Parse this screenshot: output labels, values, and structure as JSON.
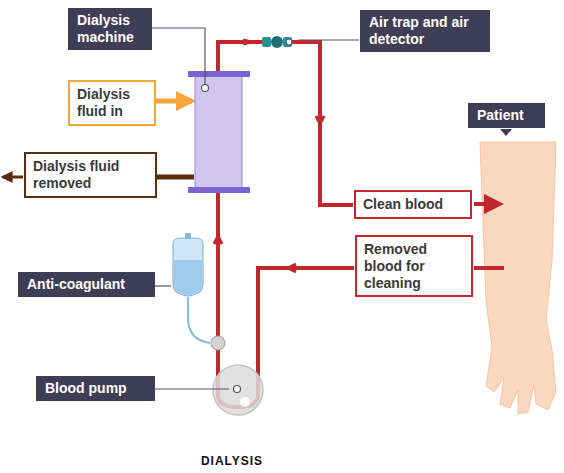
{
  "diagram": {
    "caption": "DIALYSIS",
    "nodes": [
      {
        "text": [
          "Dialysis machine"
        ]
      },
      {
        "text": [
          "Air trap and air detector"
        ]
      },
      {
        "text": [
          "Dialysis fluid in"
        ]
      },
      {
        "text": [
          "Patient"
        ]
      },
      {
        "text": [
          "Dialysis fluid removed"
        ]
      },
      {
        "text": [
          "Clean blood"
        ]
      },
      {
        "text": [
          "Removed blood for cleaning"
        ]
      },
      {
        "text": [
          "Anti-coagulant"
        ]
      },
      {
        "text": [
          "Blood pump"
        ]
      }
    ]
  }
}
